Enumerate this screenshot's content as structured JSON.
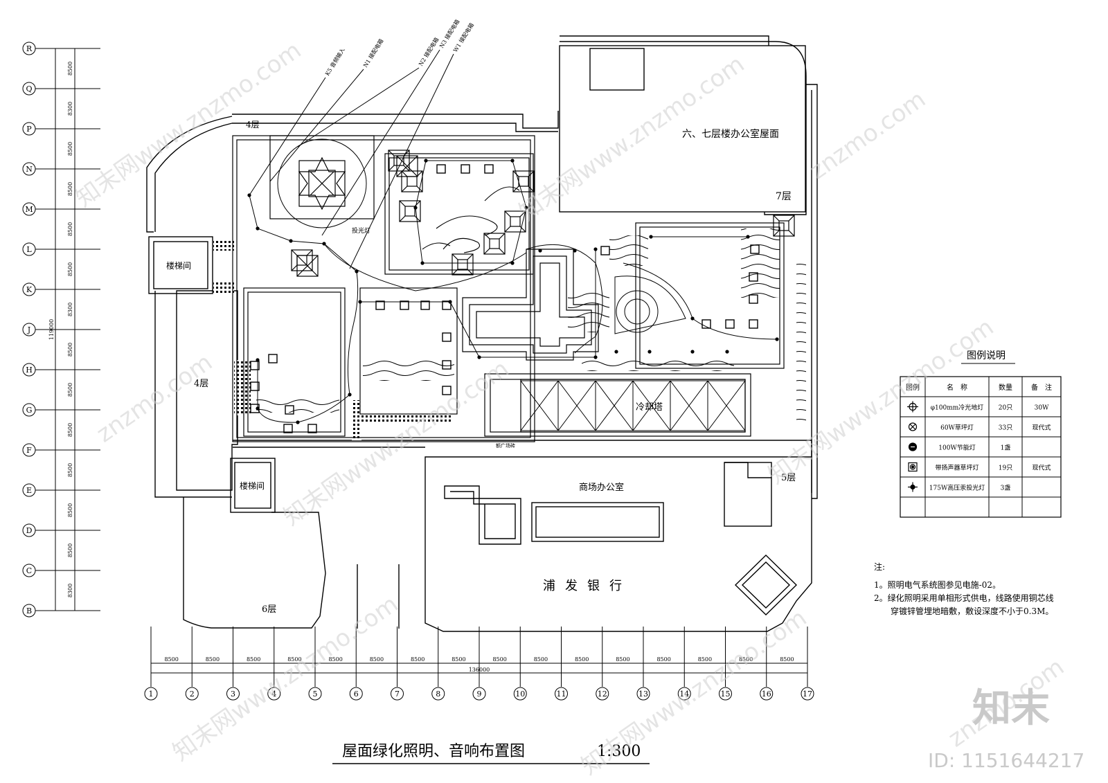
{
  "title": "屋面绿化照明、音响布置图",
  "scale": "1:300",
  "row_grid": {
    "labels": [
      "R",
      "Q",
      "P",
      "N",
      "M",
      "L",
      "K",
      "J",
      "H",
      "G",
      "F",
      "E",
      "D",
      "C",
      "B"
    ],
    "spacings": [
      "8500",
      "8300",
      "8500",
      "8500",
      "8500",
      "8500",
      "8300",
      "8500",
      "8500",
      "8500",
      "8500",
      "8500",
      "8500",
      "8300"
    ],
    "total": "119000"
  },
  "col_grid": {
    "labels": [
      "1",
      "2",
      "3",
      "4",
      "5",
      "6",
      "7",
      "8",
      "9",
      "10",
      "11",
      "12",
      "13",
      "14",
      "15",
      "16",
      "17"
    ],
    "spacings": [
      "8500",
      "8500",
      "8500",
      "8500",
      "8500",
      "8500",
      "8500",
      "8500",
      "8500",
      "8500",
      "8500",
      "8500",
      "8500",
      "8500",
      "8500",
      "8500"
    ],
    "total": "136000"
  },
  "rooms": {
    "stair_upper": "楼梯间",
    "stair_lower": "楼梯间",
    "floor4_top": "4层",
    "floor4_left": "4层",
    "floor6": "6层",
    "floor7": "7层",
    "floor5": "5层",
    "office_roof": "六、七层楼办公室屋面",
    "cooling_tower": "冷却塔",
    "mall_office": "商场办公室",
    "bank": "浦发银行",
    "spotlight": "投光灯",
    "plaza": "额广场砖"
  },
  "callouts": [
    "K5 音频输入",
    "N1 接配电箱",
    "N2 接配电箱",
    "N3 接配电箱",
    "W1 接配电箱"
  ],
  "legend": {
    "title": "图例说明",
    "headers": [
      "图例",
      "名　称",
      "数量",
      "备　注"
    ],
    "rows": [
      {
        "symbol": "cross-circle",
        "name": "φ100mm冷光地灯",
        "qty": "20只",
        "note": "30W"
      },
      {
        "symbol": "x-circle",
        "name": "60W草坪灯",
        "qty": "33只",
        "note": "现代式"
      },
      {
        "symbol": "dot-circle",
        "name": "100W节能灯",
        "qty": "1盏",
        "note": ""
      },
      {
        "symbol": "square-circle",
        "name": "带扬声器草坪灯",
        "qty": "19只",
        "note": "现代式"
      },
      {
        "symbol": "star-cross",
        "name": "175W高压汞投光灯",
        "qty": "3盏",
        "note": ""
      }
    ]
  },
  "notes": {
    "label": "注:",
    "lines": [
      "1。照明电气系统图参见电施-02。",
      "2。绿化照明采用单相形式供电，线路使用铜芯线",
      "穿镀锌管埋地暗敷，敷设深度不小于0.3M。"
    ]
  },
  "watermark": {
    "logo": "知末",
    "id": "ID: 1151644217",
    "site": "znzmo.com",
    "brand": "知末网www.znzmo.com"
  }
}
